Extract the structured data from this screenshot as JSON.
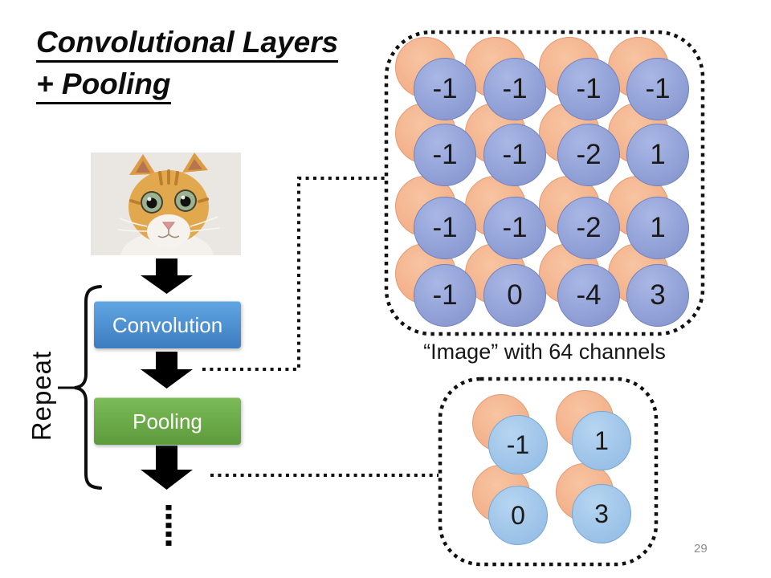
{
  "slide": {
    "title_line1": "Convolutional Layers",
    "title_line2": "+ Pooling",
    "page_number": "29"
  },
  "flowchart": {
    "input_image": "kitten-photo",
    "repeat_label": "Repeat",
    "convolution_label": "Convolution",
    "pooling_label": "Pooling"
  },
  "image64": {
    "caption": "“Image” with 64 channels",
    "values": [
      [
        "-1",
        "-1",
        "-1",
        "-1"
      ],
      [
        "-1",
        "-1",
        "-2",
        "1"
      ],
      [
        "-1",
        "-1",
        "-2",
        "1"
      ],
      [
        "-1",
        "0",
        "-4",
        "3"
      ]
    ]
  },
  "pooled": {
    "values": [
      [
        "-1",
        "1"
      ],
      [
        "0",
        "3"
      ]
    ]
  },
  "colors": {
    "convolution_box_blue": "#4a8fd0",
    "pooling_box_green": "#6aaa46",
    "channel_circle_blue": "#8e9ed6",
    "channel_circle_orange": "#f3af8b",
    "pooled_circle_blue": "#9cc4e9",
    "connector_black": "#111111"
  }
}
